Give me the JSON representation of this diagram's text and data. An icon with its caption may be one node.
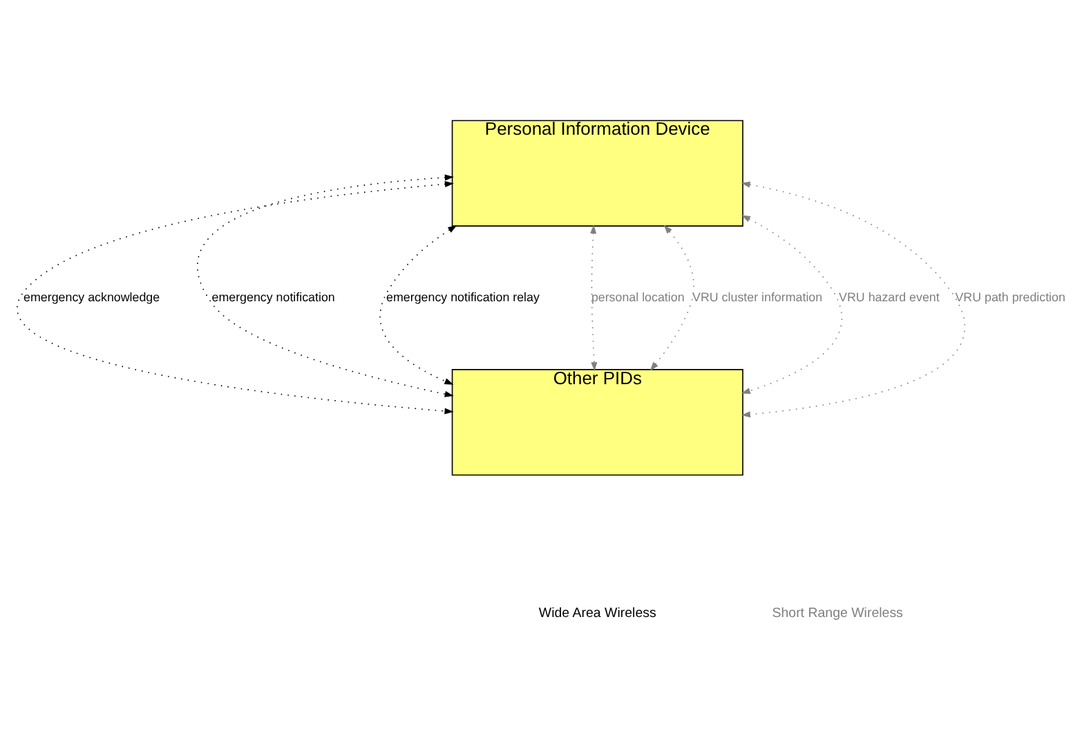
{
  "diagram": {
    "nodes": [
      {
        "text": [
          "Personal Information Device"
        ]
      },
      {
        "text": [
          "Other PIDs"
        ]
      }
    ],
    "edges": [
      {
        "from": 0,
        "to": 1,
        "arrow": "both",
        "label": "emergency acknowledge",
        "color": "#000000"
      },
      {
        "from": 0,
        "to": 1,
        "arrow": "both",
        "label": "emergency notification",
        "color": "#000000"
      },
      {
        "from": 0,
        "to": 1,
        "arrow": "both",
        "label": "emergency notification relay",
        "color": "#000000"
      },
      {
        "from": 0,
        "to": 1,
        "arrow": "both",
        "label": "personal location"
      },
      {
        "from": 0,
        "to": 1,
        "arrow": "both",
        "label": "VRU cluster information"
      },
      {
        "from": 0,
        "to": 1,
        "arrow": "both",
        "label": "VRU hazard event"
      },
      {
        "from": 0,
        "to": 1,
        "arrow": "both",
        "label": "VRU path prediction"
      }
    ],
    "legend": [
      {
        "text": "Wide Area Wireless"
      },
      {
        "text": "Short Range Wireless"
      }
    ]
  }
}
